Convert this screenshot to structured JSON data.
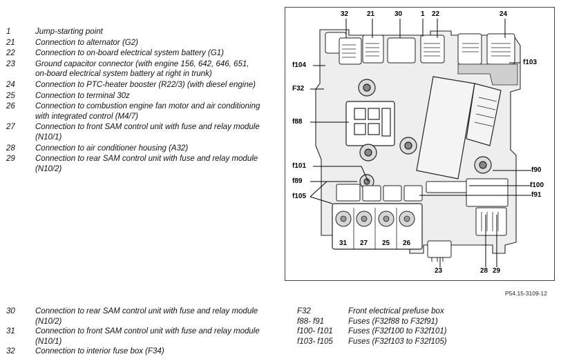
{
  "legend_top": [
    {
      "num": "1",
      "text": "Jump-starting point"
    },
    {
      "num": "21",
      "text": "Connection to alternator (G2)"
    },
    {
      "num": "22",
      "text": "Connection to on-board electrical system battery (G1)"
    },
    {
      "num": "23",
      "text": "Ground capacitor connector (with engine 156, 642, 646, 651, on-board electrical system battery at right in trunk)"
    },
    {
      "num": "24",
      "text": "Connection to PTC-heater booster (R22/3) (with diesel engine)"
    },
    {
      "num": "25",
      "text": "Connection to terminal 30z"
    },
    {
      "num": "26",
      "text": "Connection to combustion engine fan motor and air conditioning with integrated control (M4/7)"
    },
    {
      "num": "27",
      "text": "Connection to front SAM control unit with fuse and relay module (N10/1)"
    },
    {
      "num": "28",
      "text": "Connection to air conditioner housing (A32)"
    },
    {
      "num": "29",
      "text": "Connection to rear SAM control unit with fuse and relay module (N10/2)"
    }
  ],
  "legend_bottom": [
    {
      "num": "30",
      "text": "Connection to rear SAM control unit with fuse and relay module (N10/2)"
    },
    {
      "num": "31",
      "text": "Connection to front SAM control unit with fuse and relay module (N10/1)"
    },
    {
      "num": "32",
      "text": "Connection to interior fuse box (F34)"
    }
  ],
  "legend_fuses": [
    {
      "num": "F32",
      "text": "Front electrical prefuse box"
    },
    {
      "num": "f88- f91",
      "text": "Fuses (F32f88 to F32f91)"
    },
    {
      "num": "f100- f101",
      "text": "Fuses (F32f100 to F32f101)"
    },
    {
      "num": "f103- f105",
      "text": "Fuses (F32f103 to F32f105)"
    }
  ],
  "figure_code": "P54.15-3109-12",
  "callouts": {
    "c32": "32",
    "c21": "21",
    "c30": "30",
    "c1": "1",
    "c22": "22",
    "c24": "24",
    "f104": "f104",
    "f103": "f103",
    "F32": "F32",
    "f88": "f88",
    "f101": "f101",
    "f89": "f89",
    "f105": "f105",
    "f90": "f90",
    "f100": "f100",
    "f91": "f91",
    "b31": "31",
    "b27": "27",
    "b25": "25",
    "b26": "26",
    "c23": "23",
    "c28": "28",
    "c29": "29"
  }
}
